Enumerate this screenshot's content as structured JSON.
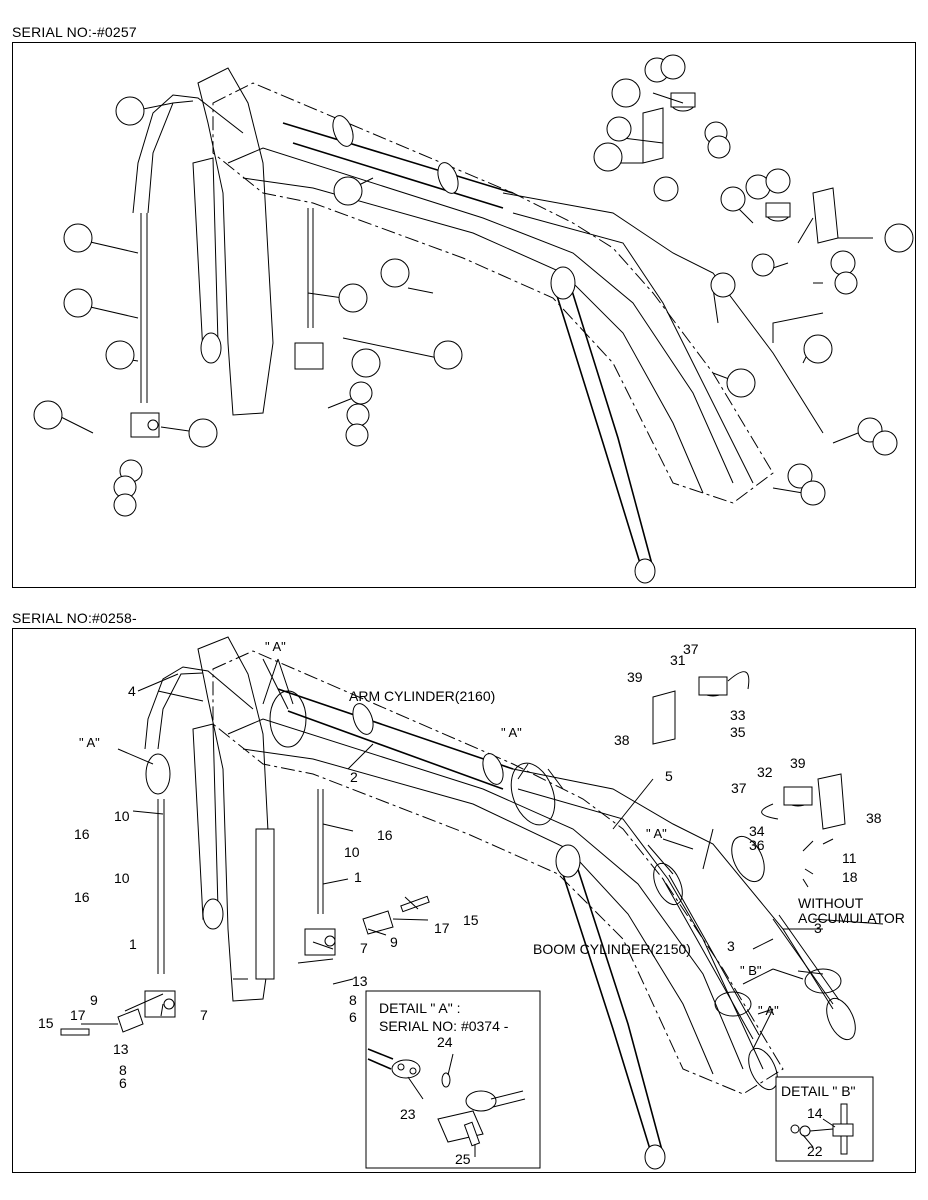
{
  "serial_top": "SERIAL NO:-#0257",
  "serial_bottom": "SERIAL NO:#0258-",
  "labels": {
    "arm_cylinder": "ARM CYLINDER(2160)",
    "boom_cylinder": "BOOM CYLINDER(2150)",
    "without_acc_1": "WITHOUT",
    "without_acc_2": "ACCUMULATOR",
    "detail_a_title": "DETAIL  \" A\" :",
    "detail_a_serial": "SERIAL NO: #0374 -",
    "detail_b_title": "DETAIL \" B\"",
    "callout_a": "\" A\"",
    "callout_b": "\" B\""
  },
  "part_numbers": {
    "p1": "1",
    "p2": "2",
    "p3": "3",
    "p4": "4",
    "p5": "5",
    "p6": "6",
    "p7": "7",
    "p8": "8",
    "p9": "9",
    "p10": "10",
    "p11": "11",
    "p13": "13",
    "p14": "14",
    "p15": "15",
    "p16": "16",
    "p17": "17",
    "p18": "18",
    "p22": "22",
    "p23": "23",
    "p24": "24",
    "p25": "25",
    "p31": "31",
    "p32": "32",
    "p33": "33",
    "p34": "34",
    "p35": "35",
    "p36": "36",
    "p37": "37",
    "p38": "38",
    "p39": "39"
  }
}
